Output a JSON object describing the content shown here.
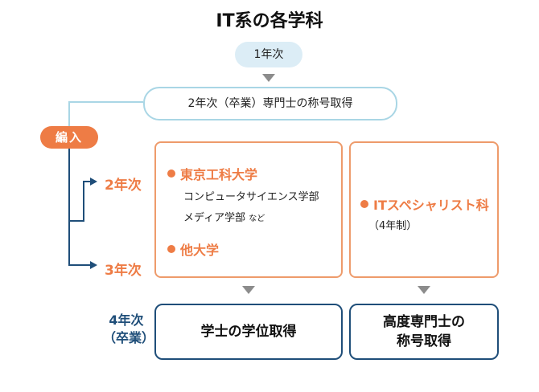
{
  "title": "IT系の各学科",
  "year1": "1年次",
  "year2_box": "2年次（卒業）専門士の称号取得",
  "transfer_badge": "編入",
  "entry_labels": {
    "y2": "2年次",
    "y3": "3年次"
  },
  "grad_label": {
    "line1": "4年次",
    "line2": "（卒業）"
  },
  "box_a": {
    "uni1": "東京工科大学",
    "dept1": "コンピュータサイエンス学部",
    "dept2": "メディア学部",
    "dept2_suffix": "など",
    "uni2": "他大学"
  },
  "box_b": {
    "course": "ITスペシャリスト科",
    "duration": "（4年制）"
  },
  "result_a": "学士の学位取得",
  "result_b": {
    "line1": "高度専門士の",
    "line2": "称号取得"
  },
  "colors": {
    "orange": "#ee7c45",
    "navy": "#1f4e79",
    "light_blue": "#a9d6e5",
    "pill_blue": "#dcedf6",
    "arrow_gray": "#8c8c8c"
  }
}
